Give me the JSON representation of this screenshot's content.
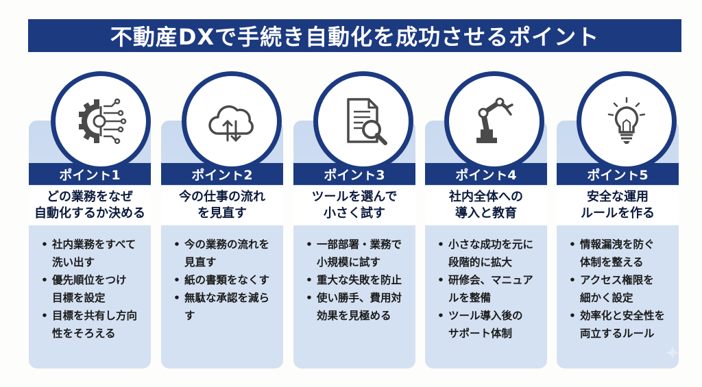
{
  "banner": {
    "title": "不動産DXで手続き自動化を成功させるポイント"
  },
  "colors": {
    "navy": "#1c3a80",
    "card_bg": "#d4e1f2",
    "icon_gray": "#4a4a4a"
  },
  "points": [
    {
      "header": "ポイント1",
      "title": [
        "どの業務をなぜ",
        "自動化するか決める"
      ],
      "icon": "gear-circuit-icon",
      "bullets": [
        [
          "社内業務をすべて",
          "洗い出す"
        ],
        [
          "優先順位をつけ",
          "目標を設定"
        ],
        [
          "目標を共有し方向",
          "性をそろえる"
        ]
      ]
    },
    {
      "header": "ポイント2",
      "title": [
        "今の仕事の流れ",
        "を見直す"
      ],
      "icon": "cloud-sync-icon",
      "bullets": [
        [
          "今の業務の流れを",
          "見直す"
        ],
        [
          "紙の書類をなくす"
        ],
        [
          "無駄な承認を減ら",
          "す"
        ]
      ]
    },
    {
      "header": "ポイント3",
      "title": [
        "ツールを選んで",
        "小さく試す"
      ],
      "icon": "document-search-icon",
      "bullets": [
        [
          "一部部署・業務で",
          "小規模に試す"
        ],
        [
          "重大な失敗を防止"
        ],
        [
          "使い勝手、費用対",
          "効果を見極める"
        ]
      ]
    },
    {
      "header": "ポイント4",
      "title": [
        "社内全体への",
        "導入と教育"
      ],
      "icon": "robot-arm-icon",
      "bullets": [
        [
          "小さな成功を元に",
          "段階的に拡大"
        ],
        [
          "研修会、マニュア",
          "ルを整備"
        ],
        [
          "ツール導入後の",
          "サポート体制"
        ]
      ]
    },
    {
      "header": "ポイント5",
      "title": [
        "安全な運用",
        "ルールを作る"
      ],
      "icon": "lightbulb-icon",
      "bullets": [
        [
          "情報漏洩を防ぐ",
          "体制を整える"
        ],
        [
          "アクセス権限を",
          "細かく設定"
        ],
        [
          "効率化と安全性を",
          "両立するルール"
        ]
      ]
    }
  ]
}
